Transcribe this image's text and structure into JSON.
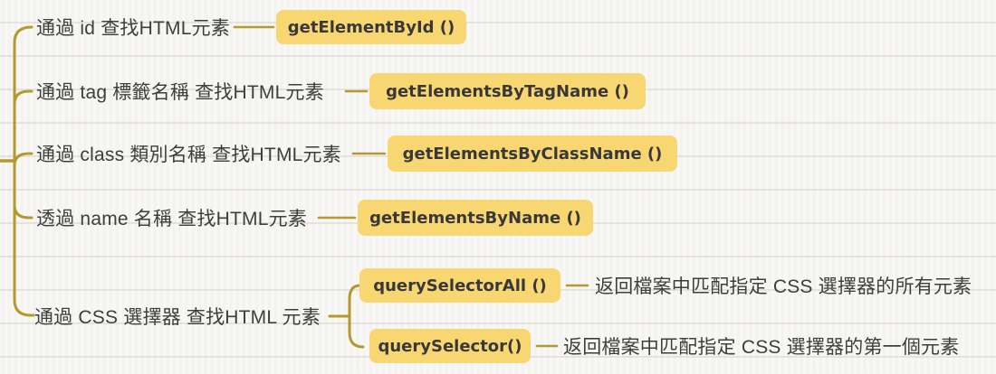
{
  "diagram": {
    "type": "mindmap",
    "topic": "finding HTML elements (DOM selection methods)",
    "colors": {
      "background": "#f6f5f2",
      "connector_line": "#b49a2e",
      "node_highlight": "#f8d773",
      "label_text": "#3e3e3e",
      "node_text": "#383838"
    },
    "branches": [
      {
        "label": "通過 id 查找HTML元素",
        "method": "getElementById ()"
      },
      {
        "label": "通過 tag 標籤名稱 查找HTML元素",
        "method": "getElementsByTagName ()"
      },
      {
        "label": "通過 class 類別名稱 查找HTML元素",
        "method": "getElementsByClassName ()"
      },
      {
        "label": "透過 name 名稱 查找HTML元素",
        "method": "getElementsByName ()"
      },
      {
        "label": "通過 CSS 選擇器 查找HTML 元素",
        "children": [
          {
            "method": "querySelectorAll ()",
            "description": "返回檔案中匹配指定 CSS 選擇器的所有元素"
          },
          {
            "method": "querySelector()",
            "description": "返回檔案中匹配指定 CSS 選擇器的第一個元素"
          }
        ]
      }
    ]
  }
}
